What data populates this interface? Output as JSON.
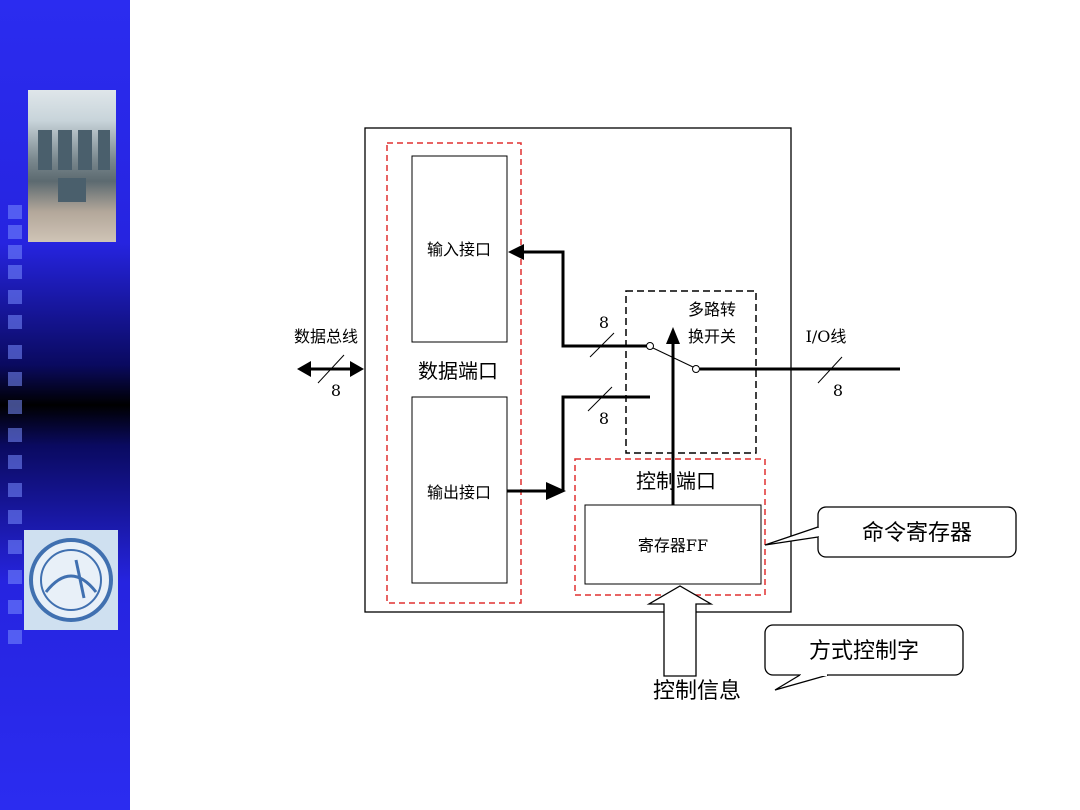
{
  "diagram": {
    "input_port": "输入接口",
    "output_port": "输出接口",
    "data_port": "数据端口",
    "control_port": "控制端口",
    "register": "寄存器FF",
    "mux_line1": "多路转",
    "mux_line2": "换开关",
    "data_bus": "数据总线",
    "io_line": "I/O线",
    "width_bus": "8",
    "width_in": "8",
    "width_out": "8",
    "width_io": "8",
    "control_info": "控制信息",
    "callout_command_register": "命令寄存器",
    "callout_mode_word": "方式控制字"
  },
  "colors": {
    "sidebar_blue": "#2b2cf0",
    "dashed_red": "#e03030",
    "line_black": "#000000"
  },
  "icons": {
    "building_photo": "building-photo-icon",
    "university_logo": "ustc-logo-icon"
  }
}
